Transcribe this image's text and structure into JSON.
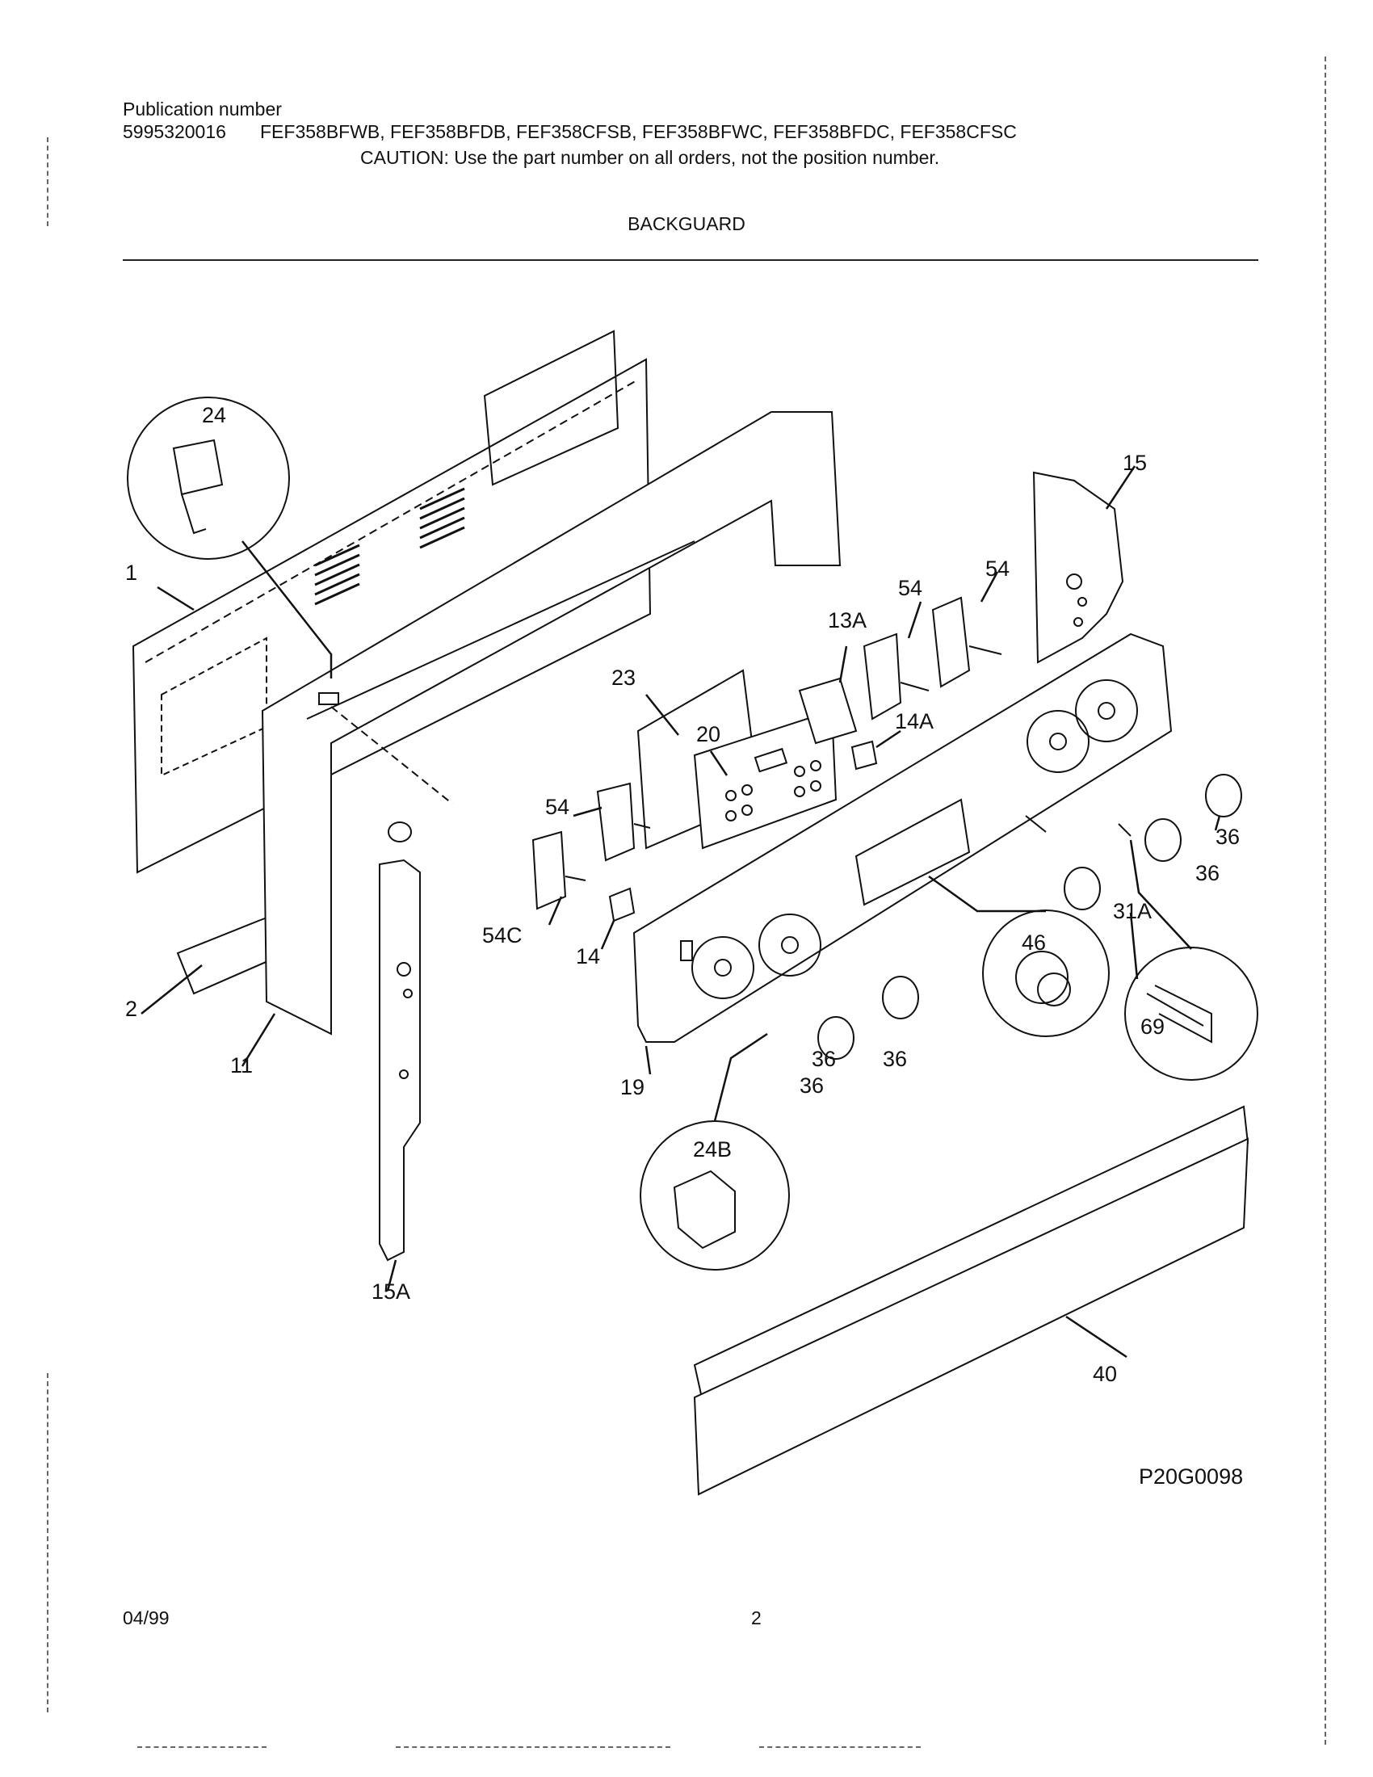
{
  "header": {
    "pub_label": "Publication number",
    "pub_number": "5995320016",
    "models": "FEF358BFWB, FEF358BFDB, FEF358CFSB, FEF358BFWC, FEF358BFDC, FEF358CFSC",
    "caution": "CAUTION:  Use the part number on all orders, not the position number.",
    "section_title": "BACKGUARD"
  },
  "callouts": [
    "24",
    "1",
    "2",
    "11",
    "15A",
    "15",
    "54",
    "54",
    "13A",
    "23",
    "20",
    "14A",
    "54",
    "54C",
    "14",
    "36",
    "36",
    "36",
    "31A",
    "46",
    "69",
    "19",
    "36",
    "36",
    "24B",
    "40"
  ],
  "diagram_code": "P20G0098",
  "footer": {
    "date": "04/99",
    "page": "2"
  }
}
